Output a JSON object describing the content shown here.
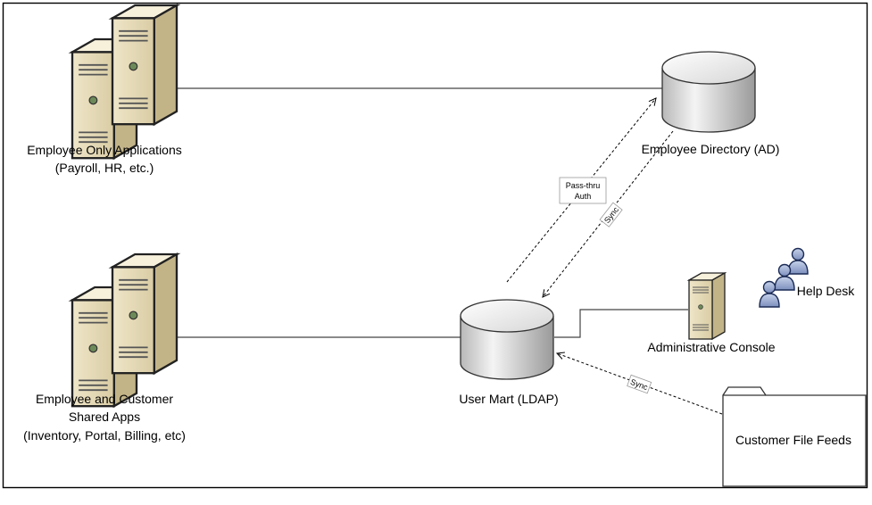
{
  "nodes": {
    "employee_apps": {
      "line1": "Employee Only Applications",
      "line2": "(Payroll, HR, etc.)"
    },
    "shared_apps": {
      "line1": "Employee and Customer",
      "line2": "Shared Apps",
      "line3": "(Inventory, Portal, Billing, etc)"
    },
    "employee_directory": {
      "label": "Employee Directory (AD)"
    },
    "user_mart": {
      "label": "User Mart (LDAP)"
    },
    "admin_console": {
      "label": "Administrative Console"
    },
    "help_desk": {
      "label": "Help Desk"
    },
    "customer_feeds": {
      "label": "Customer File Feeds"
    }
  },
  "edges": {
    "passthru": {
      "line1": "Pass-thru",
      "line2": "Auth"
    },
    "sync_ad": {
      "label": "Sync"
    },
    "sync_feeds": {
      "label": "Sync"
    }
  }
}
